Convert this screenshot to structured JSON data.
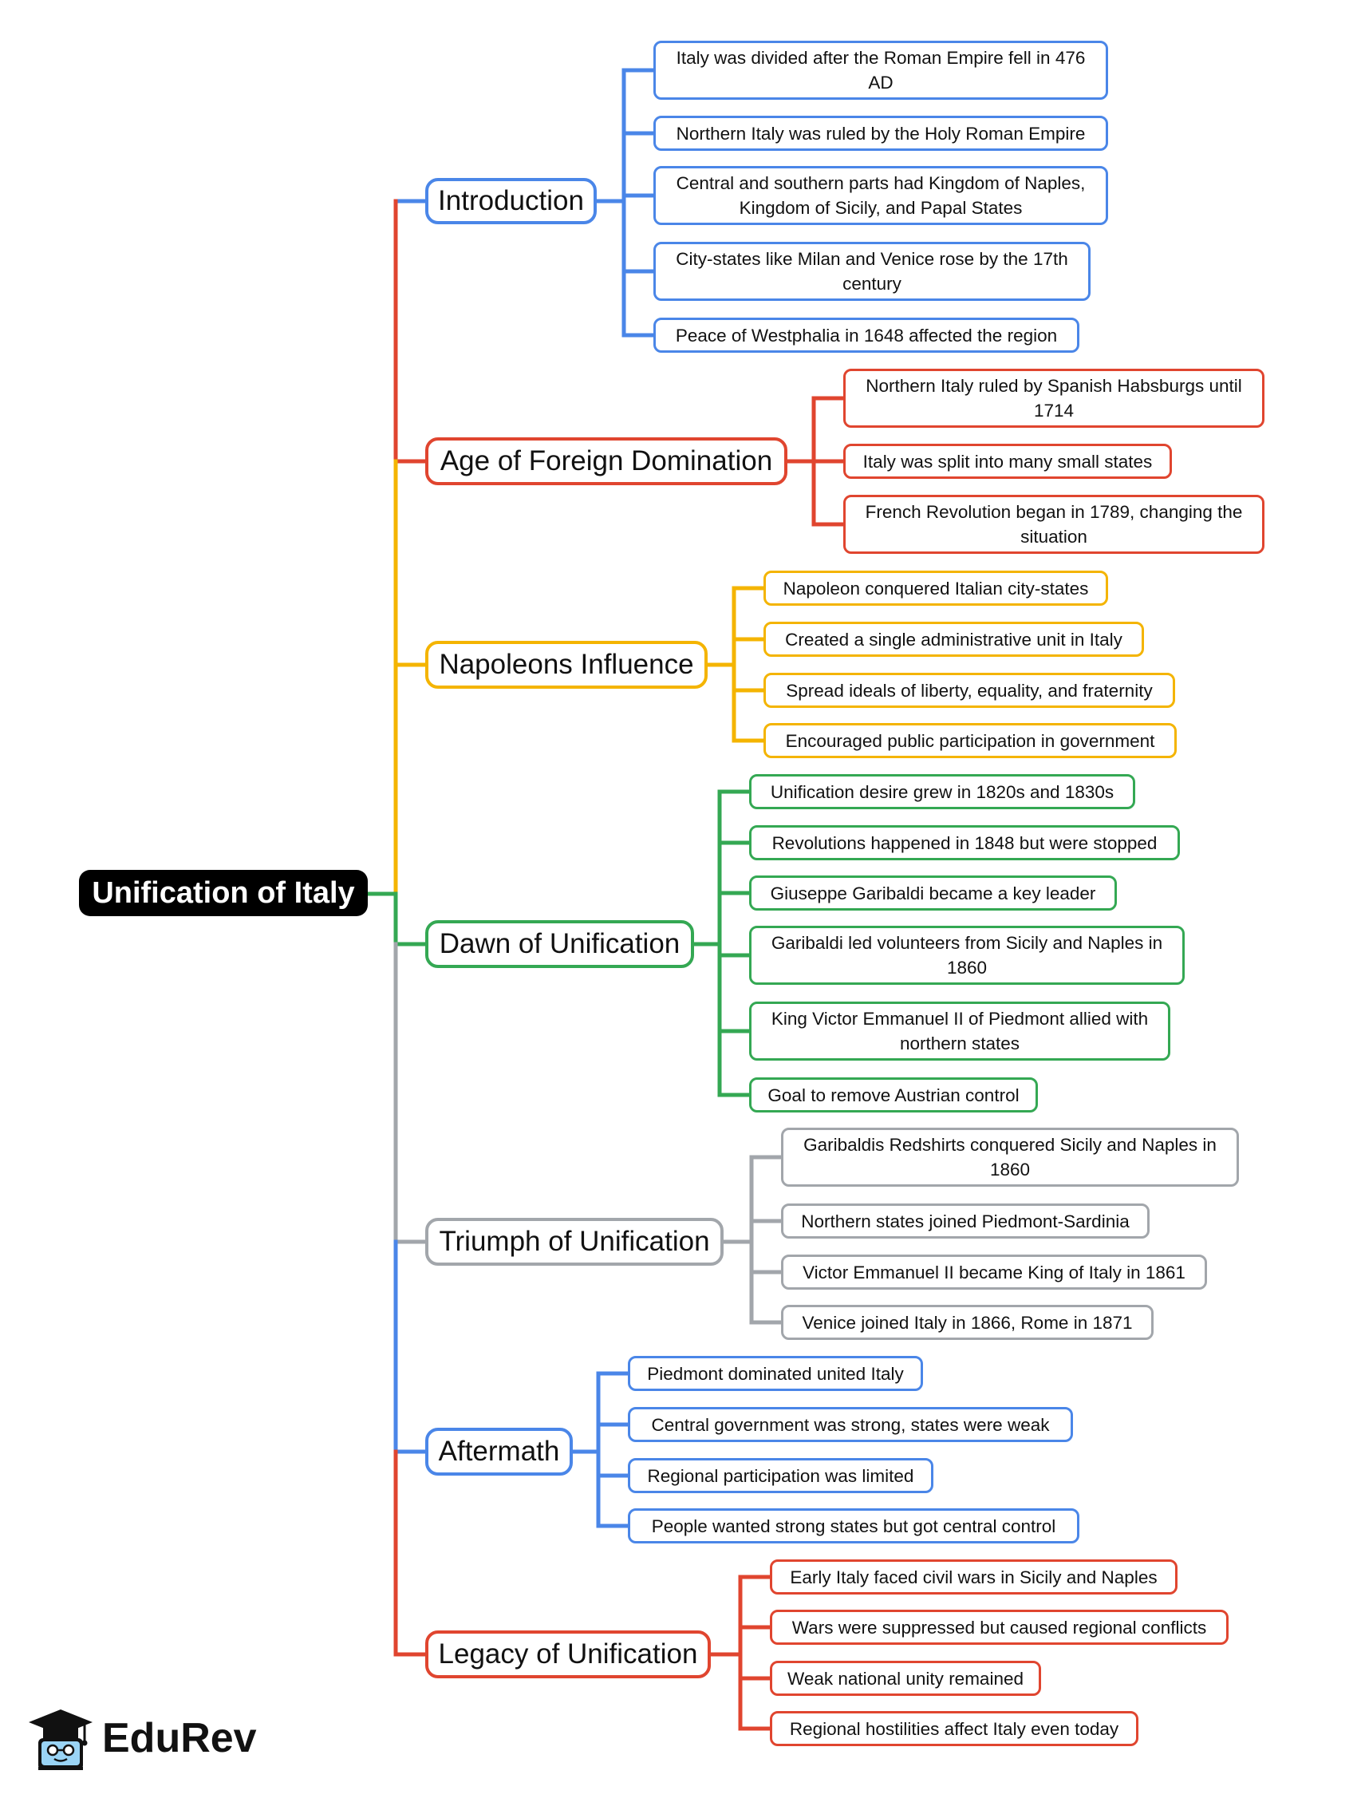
{
  "root": {
    "label": "Unification of Italy"
  },
  "branches": [
    {
      "label": "Introduction",
      "color": "#4a86e8",
      "items": [
        "Italy was divided after the Roman Empire fell in 476 AD",
        "Northern Italy was ruled by the Holy Roman Empire",
        "Central and southern parts had Kingdom of Naples, Kingdom of Sicily, and Papal States",
        "City-states like Milan and Venice rose by the 17th century",
        "Peace of Westphalia in 1648 affected the region"
      ]
    },
    {
      "label": "Age of Foreign Domination",
      "color": "#e0452f",
      "items": [
        "Northern Italy ruled by Spanish Habsburgs until 1714",
        "Italy was split into many small states",
        "French Revolution began in 1789, changing the situation"
      ]
    },
    {
      "label": "Napoleons Influence",
      "color": "#f4b400",
      "items": [
        "Napoleon conquered Italian city-states",
        "Created a single administrative unit in Italy",
        "Spread ideals of liberty, equality, and fraternity",
        "Encouraged public participation in government"
      ]
    },
    {
      "label": "Dawn of Unification",
      "color": "#34a853",
      "items": [
        "Unification desire grew in 1820s and 1830s",
        "Revolutions happened in 1848 but were stopped",
        "Giuseppe Garibaldi became a key leader",
        "Garibaldi led volunteers from Sicily and Naples in 1860",
        "King Victor Emmanuel II of Piedmont allied with northern states",
        "Goal to remove Austrian control"
      ]
    },
    {
      "label": "Triumph of Unification",
      "color": "#a2a6ab",
      "items": [
        "Garibaldis Redshirts conquered Sicily and Naples in 1860",
        "Northern states joined Piedmont-Sardinia",
        "Victor Emmanuel II became King of Italy in 1861",
        "Venice joined Italy in 1866, Rome in 1871"
      ]
    },
    {
      "label": "Aftermath",
      "color": "#4a86e8",
      "items": [
        "Piedmont dominated united Italy",
        "Central government was strong, states were weak",
        "Regional participation was limited",
        "People wanted strong states but got central control"
      ]
    },
    {
      "label": "Legacy of Unification",
      "color": "#e0452f",
      "items": [
        "Early Italy faced civil wars in Sicily and Naples",
        "Wars were suppressed but caused regional conflicts",
        "Weak national unity remained",
        "Regional hostilities affect Italy even today"
      ]
    }
  ],
  "brand": {
    "name": "EduRev",
    "icon": "graduation-cap-icon"
  }
}
